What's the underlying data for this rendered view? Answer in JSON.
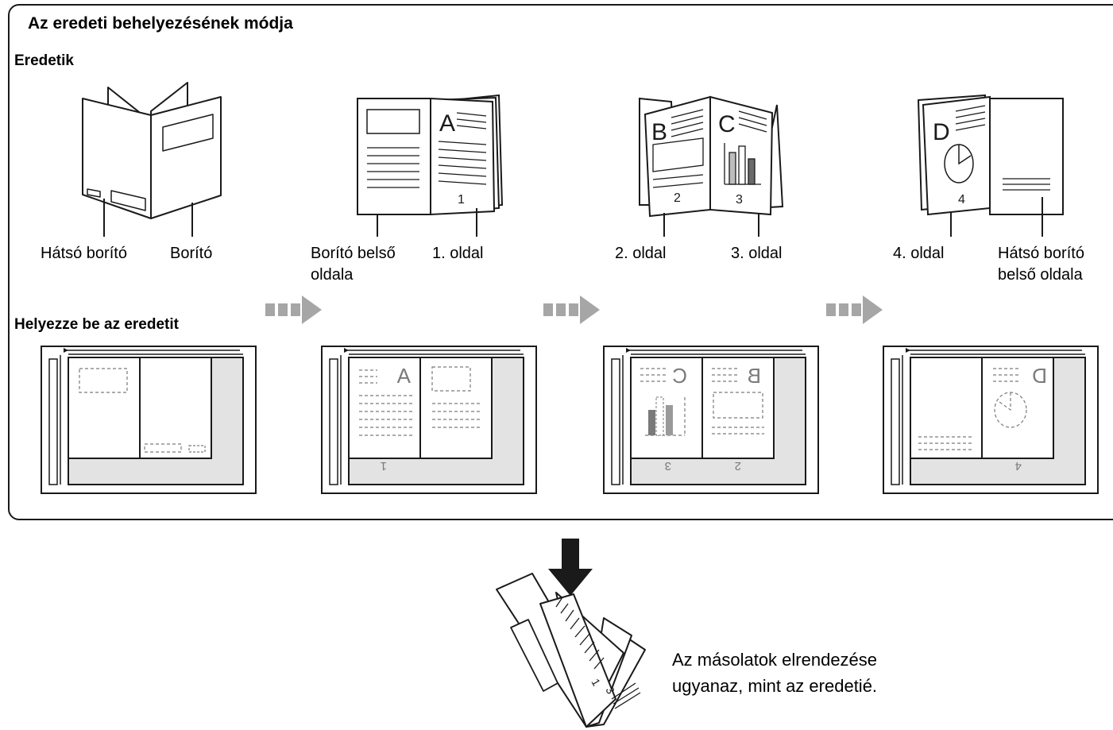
{
  "title": "Az eredeti behelyezésének módja",
  "originals_heading": "Eredetik",
  "place_heading": "Helyezze be az eredetit",
  "labels": {
    "back_cover": "Hátsó borító",
    "cover": "Borító",
    "cover_inside_1": "Borító belső",
    "cover_inside_2": "oldala",
    "page1": "1. oldal",
    "page2": "2. oldal",
    "page3": "3. oldal",
    "page4": "4. oldal",
    "back_inside_1": "Hátsó borító",
    "back_inside_2": "belső oldala"
  },
  "page_letters": {
    "a": "A",
    "b": "B",
    "c": "C",
    "d": "D"
  },
  "page_numbers": {
    "p1": "1",
    "p2": "2",
    "p3": "3",
    "p4": "4"
  },
  "result_note_1": "Az másolatok elrendezése",
  "result_note_2": "ugyanaz, mint az eredetié.",
  "colors": {
    "arrow": "#a6a6a6",
    "glass": "#e3e3e3",
    "ink": "#1a1a1a",
    "dash": "#7a7a7a"
  }
}
